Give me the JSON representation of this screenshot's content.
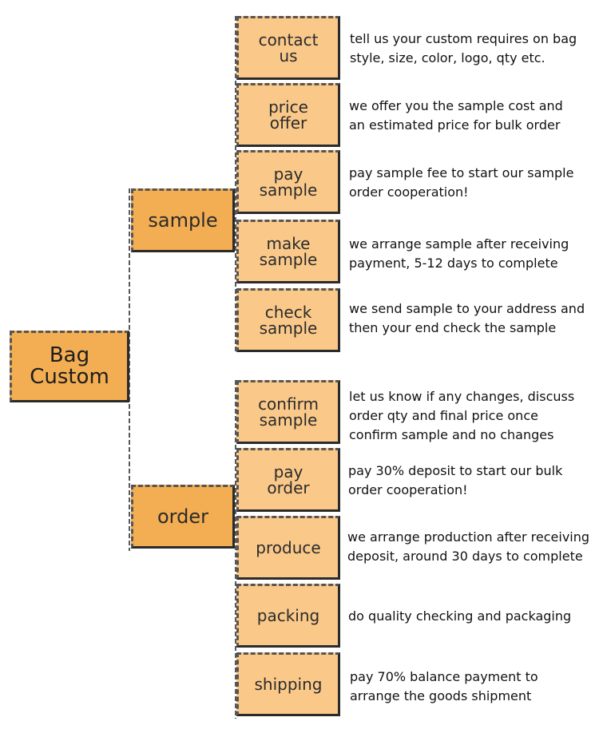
{
  "root": {
    "label": "Bag\nCustom"
  },
  "groups": {
    "sample": {
      "label": "sample",
      "steps": [
        {
          "label": "contact\nus",
          "desc": "tell us your custom requires on bag\nstyle, size, color, logo, qty etc."
        },
        {
          "label": "price\noffer",
          "desc": "we offer you the sample cost and\nan estimated price for bulk order"
        },
        {
          "label": "pay\nsample",
          "desc": "pay sample fee to start our sample\norder cooperation!"
        },
        {
          "label": "make\nsample",
          "desc": "we arrange sample after receiving\npayment, 5-12 days to complete"
        },
        {
          "label": "check\nsample",
          "desc": "we send sample to your address and\nthen your end check the sample"
        }
      ]
    },
    "order": {
      "label": "order",
      "steps": [
        {
          "label": "confirm\nsample",
          "desc": "let us know if any changes, discuss\norder qty and final price once\nconfirm sample and no changes"
        },
        {
          "label": "pay\norder",
          "desc": "pay 30% deposit to start our bulk\norder cooperation!"
        },
        {
          "label": "produce",
          "desc": "we arrange production after receiving\ndeposit, around 30 days to complete"
        },
        {
          "label": "packing",
          "desc": "do quality checking and packaging"
        },
        {
          "label": "shipping",
          "desc": "pay 70% balance payment to\narrange the goods shipment"
        }
      ]
    }
  },
  "colors": {
    "box_fill": "#fac98a",
    "main_box_fill": "#f3ad52",
    "border": "#2a2a2a",
    "connector": "#222222"
  },
  "icons": []
}
